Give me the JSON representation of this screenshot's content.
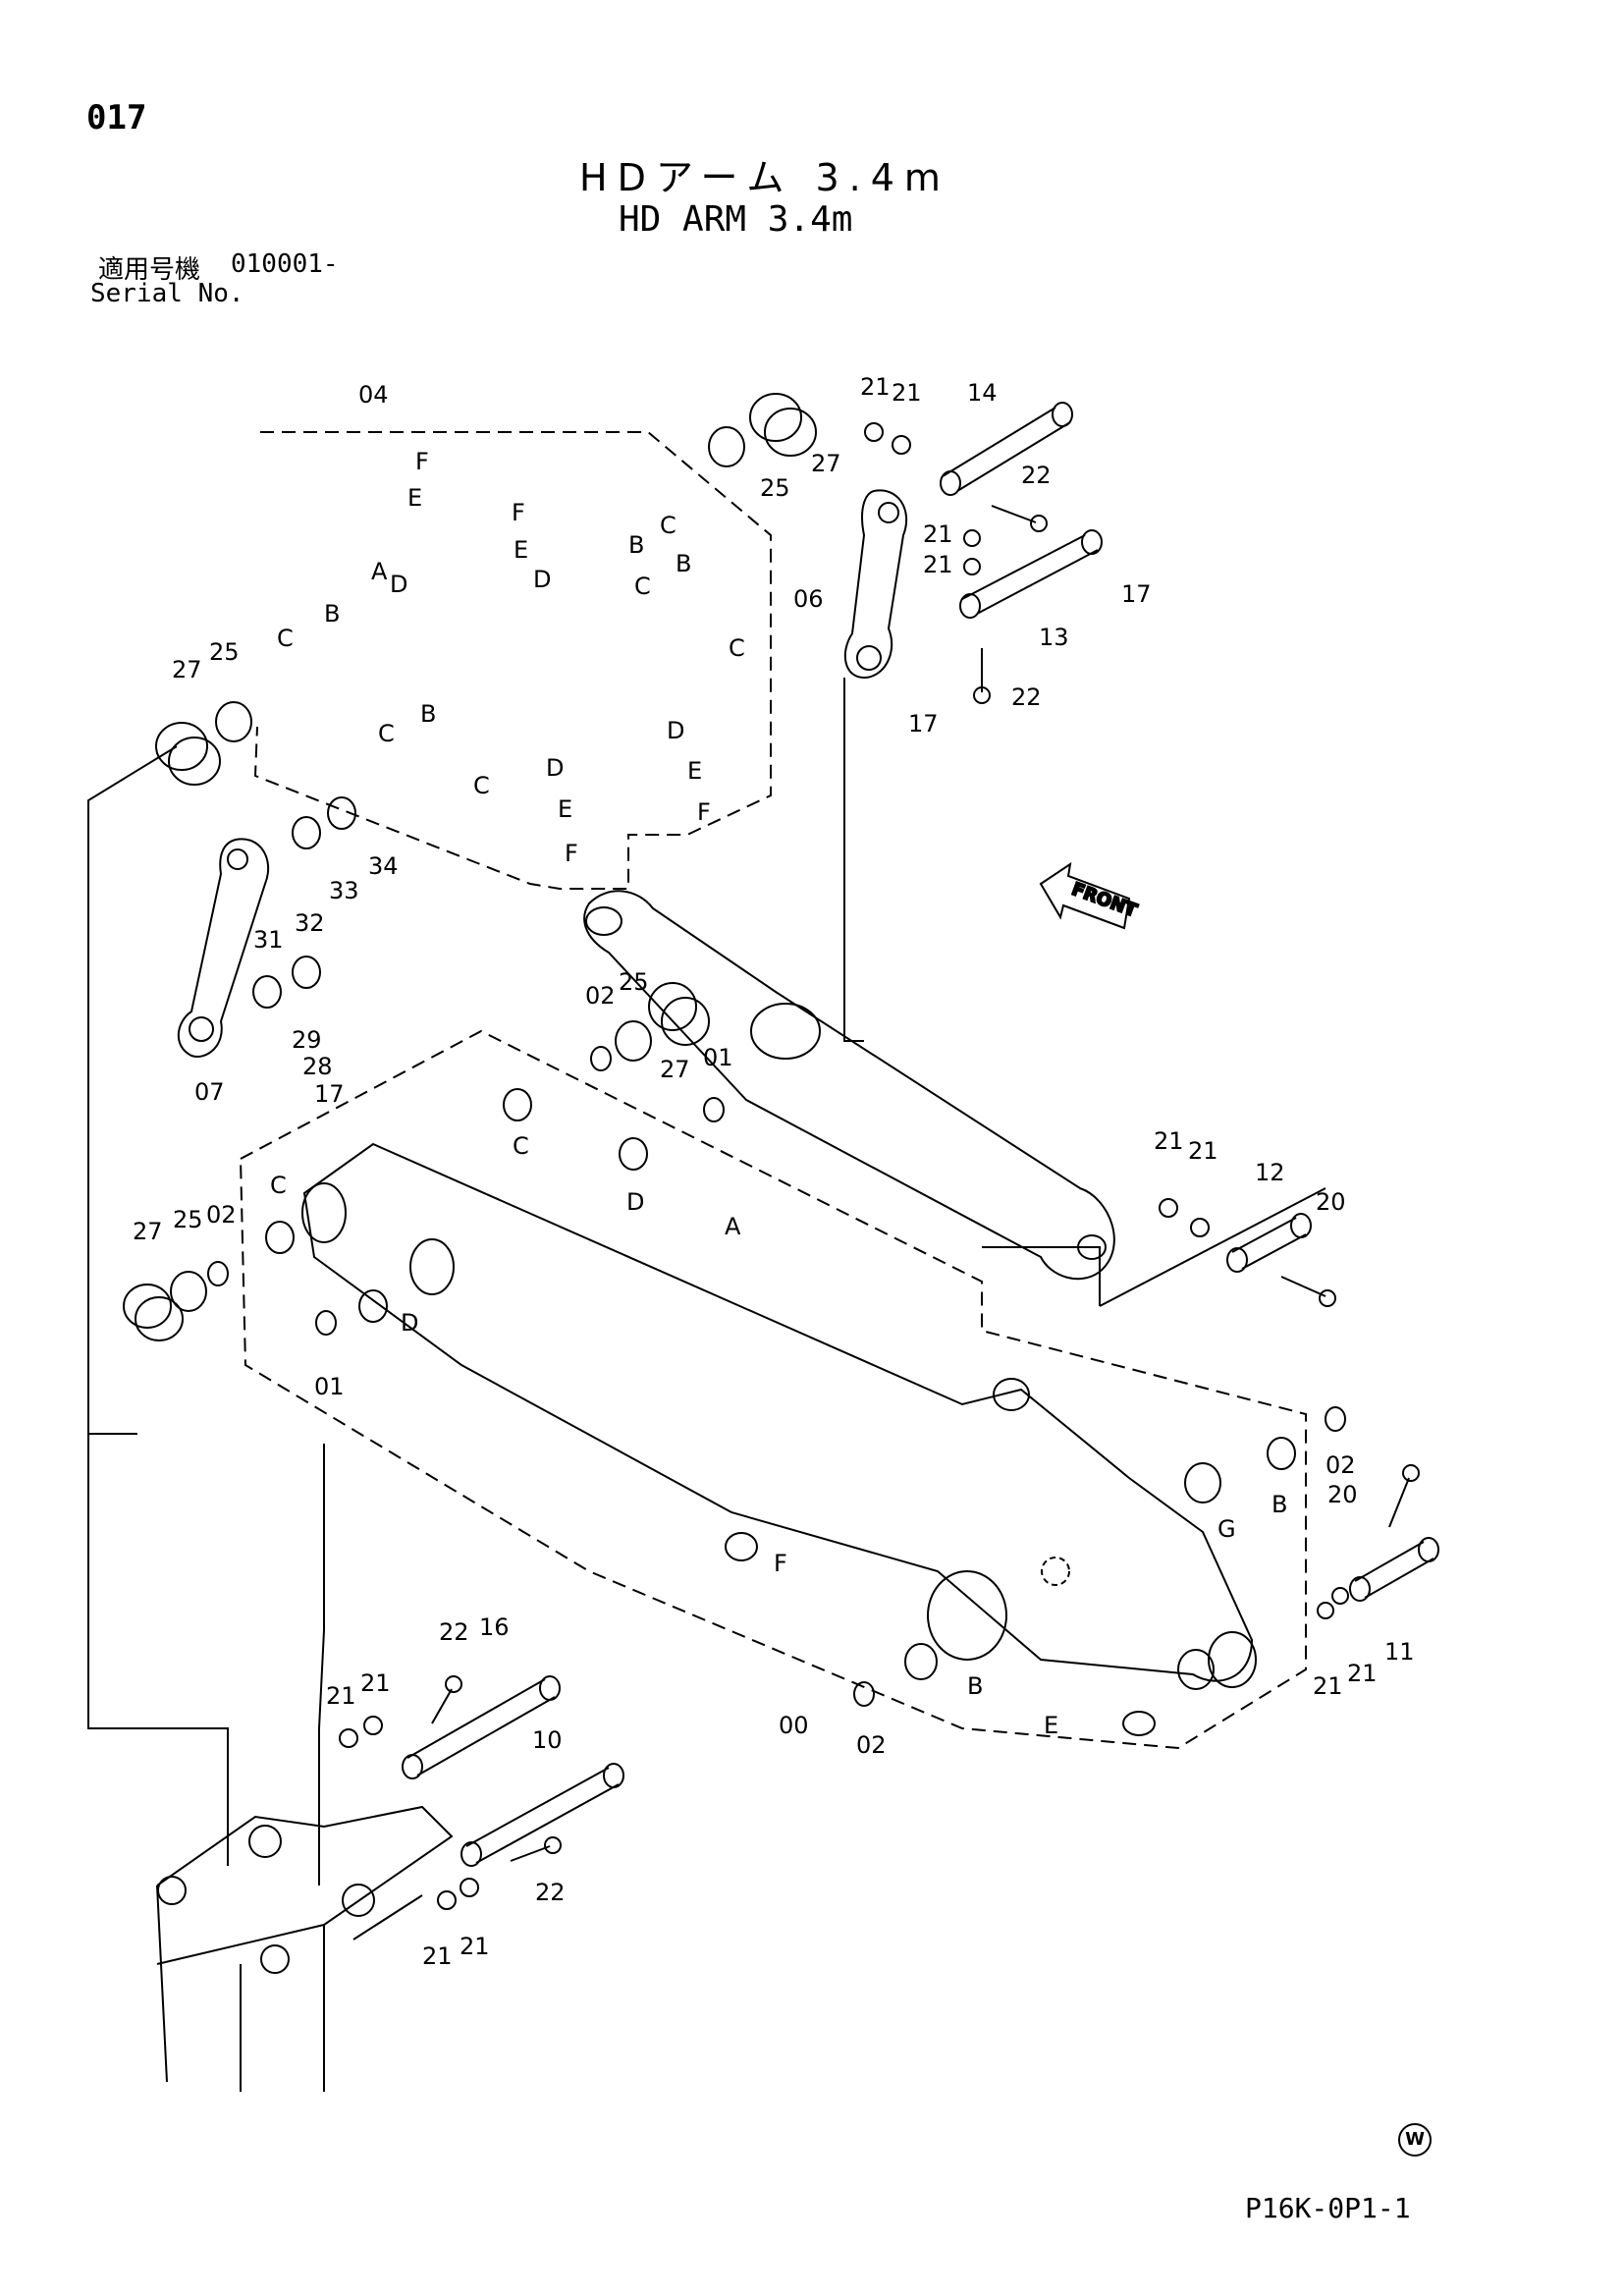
{
  "header": {
    "page_number": "017",
    "title_jp": "HDアーム 3.4m",
    "title_en": "HD ARM 3.4m",
    "serial_jp_label": "適用号機",
    "serial_value": "010001-",
    "serial_en_label": "Serial No."
  },
  "footer": {
    "code": "P16K-0P1-1",
    "mark": "W"
  },
  "callouts": {
    "c04": "04",
    "c06": "06",
    "c07": "07",
    "c00": "00",
    "c01": "01",
    "c02": "02",
    "c10": "10",
    "c11": "11",
    "c12": "12",
    "c13": "13",
    "c14": "14",
    "c16": "16",
    "c17": "17",
    "c20": "20",
    "c21": "21",
    "c22": "22",
    "c25": "25",
    "c27": "27",
    "c28": "28",
    "c29": "29",
    "c31": "31",
    "c32": "32",
    "c33": "33",
    "c34": "34",
    "lA": "A",
    "lB": "B",
    "lC": "C",
    "lD": "D",
    "lE": "E",
    "lF": "F",
    "lG": "G"
  },
  "front_arrow": "FRONT"
}
